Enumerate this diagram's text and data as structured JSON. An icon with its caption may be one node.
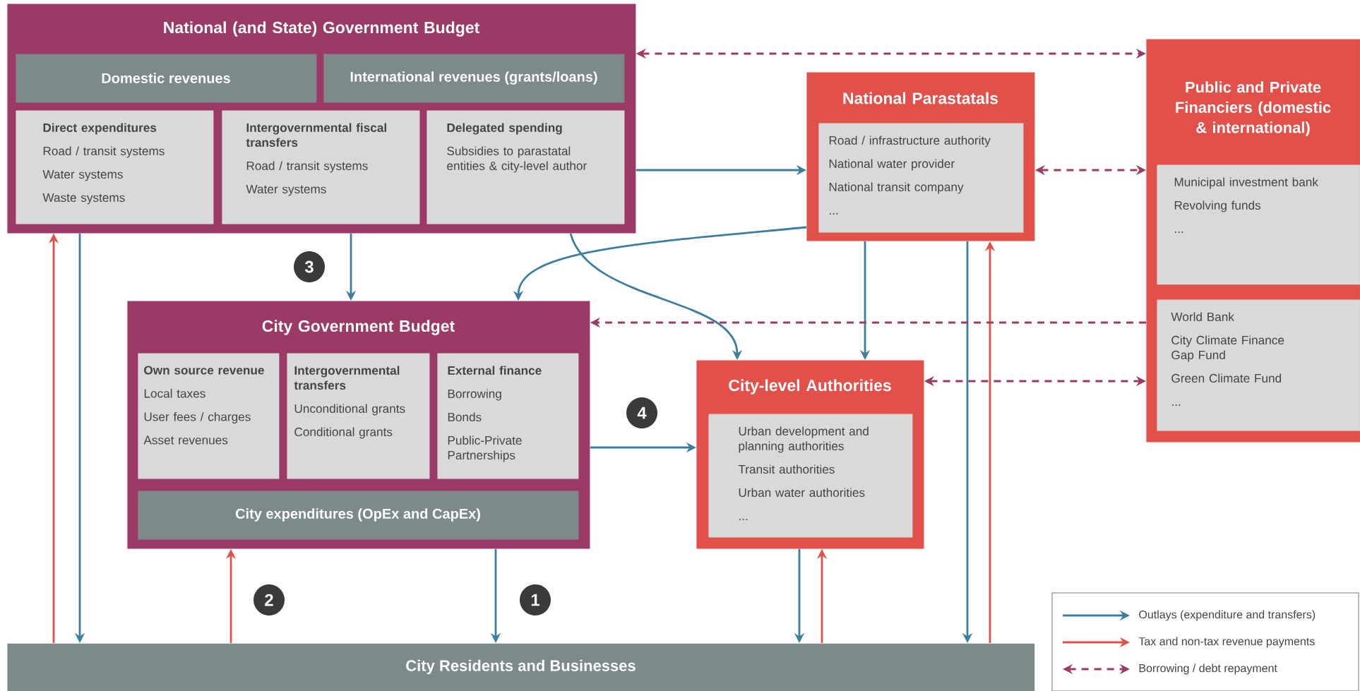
{
  "diagram": {
    "nodes": [
      {
        "text": [
          "National (and State) Government Budget"
        ]
      },
      {
        "text": [
          "Domestic revenues"
        ],
        "in": 0
      },
      {
        "text": [
          "International revenues (grants/loans)"
        ],
        "in": 0
      },
      {
        "text": [
          "Direct expenditures",
          "Road / transit systems",
          "Water systems",
          "Waste systems"
        ],
        "in": 0
      },
      {
        "text": [
          "Intergovernmental fiscal transfers",
          "Road / transit systems",
          "Water systems"
        ],
        "in": 0
      },
      {
        "text": [
          "Delegated spending",
          "Subsidies to parastatal entities & city-level author"
        ],
        "in": 0
      },
      {
        "text": [
          "National Parastatals"
        ]
      },
      {
        "text": [
          "Road / infrastructure authority",
          "National water provider",
          "National transit company",
          "..."
        ],
        "in": 6
      },
      {
        "text": [
          "Public and Private Financiers (domestic & international)"
        ]
      },
      {
        "text": [
          "Municipal investment bank",
          "Revolving funds",
          "..."
        ],
        "in": 8
      },
      {
        "text": [
          "World Bank",
          "City Climate Finance Gap Fund",
          "Green Climate Fund",
          "..."
        ],
        "in": 8
      },
      {
        "text": [
          "City Government Budget"
        ]
      },
      {
        "text": [
          "Own source revenue",
          "Local taxes",
          "User fees / charges",
          "Asset revenues"
        ],
        "in": 11
      },
      {
        "text": [
          "Intergovernmental transfers",
          "Unconditional grants",
          "Conditional grants"
        ],
        "in": 11
      },
      {
        "text": [
          "External finance",
          "Borrowing",
          "Bonds",
          "Public-Private Partnerships"
        ],
        "in": 11
      },
      {
        "text": [
          "City expenditures (OpEx and CapEx)"
        ],
        "in": 11
      },
      {
        "text": [
          "City-level Authorities"
        ]
      },
      {
        "text": [
          "Urban development and planning authorities",
          "Transit authorities",
          "Urban water authorities",
          "..."
        ],
        "in": 16
      },
      {
        "text": [
          "City Residents and Businesses"
        ]
      }
    ],
    "edges": [
      {
        "from": 0,
        "to": 8,
        "arrow": "both",
        "style": "dashed",
        "color": "#9b3a67"
      },
      {
        "from": 0,
        "to": 6,
        "arrow": "to"
      },
      {
        "from": 6,
        "to": 11,
        "arrow": "to"
      },
      {
        "from": 0,
        "to": 16,
        "arrow": "to"
      },
      {
        "from": 0,
        "to": 11,
        "arrow": "to"
      },
      {
        "from": 0,
        "to": 18,
        "arrow": "to"
      },
      {
        "from": 18,
        "to": 0,
        "arrow": "to",
        "color": "#e2504a"
      },
      {
        "from": 6,
        "to": 8,
        "arrow": "both",
        "style": "dashed",
        "color": "#9b3a67"
      },
      {
        "from": 6,
        "to": 16,
        "arrow": "to"
      },
      {
        "from": 6,
        "to": 18,
        "arrow": "to"
      },
      {
        "from": 18,
        "to": 6,
        "arrow": "to",
        "color": "#e2504a"
      },
      {
        "from": 8,
        "to": 11,
        "arrow": "to",
        "style": "dashed",
        "color": "#9b3a67"
      },
      {
        "from": 16,
        "to": 8,
        "arrow": "both",
        "style": "dashed",
        "color": "#9b3a67"
      },
      {
        "from": 11,
        "to": 16,
        "arrow": "to"
      },
      {
        "from": 11,
        "to": 18,
        "arrow": "to"
      },
      {
        "from": 18,
        "to": 11,
        "arrow": "to",
        "color": "#e2504a"
      },
      {
        "from": 16,
        "to": 18,
        "arrow": "to"
      },
      {
        "from": 18,
        "to": 16,
        "arrow": "to",
        "color": "#e2504a"
      }
    ],
    "labels": [
      "3",
      "4",
      "2",
      "1"
    ],
    "legend": [
      {
        "text": "Outlays (expenditure and transfers)"
      },
      {
        "text": "Tax and non-tax revenue payments"
      },
      {
        "text": "Borrowing / debt repayment"
      }
    ]
  }
}
